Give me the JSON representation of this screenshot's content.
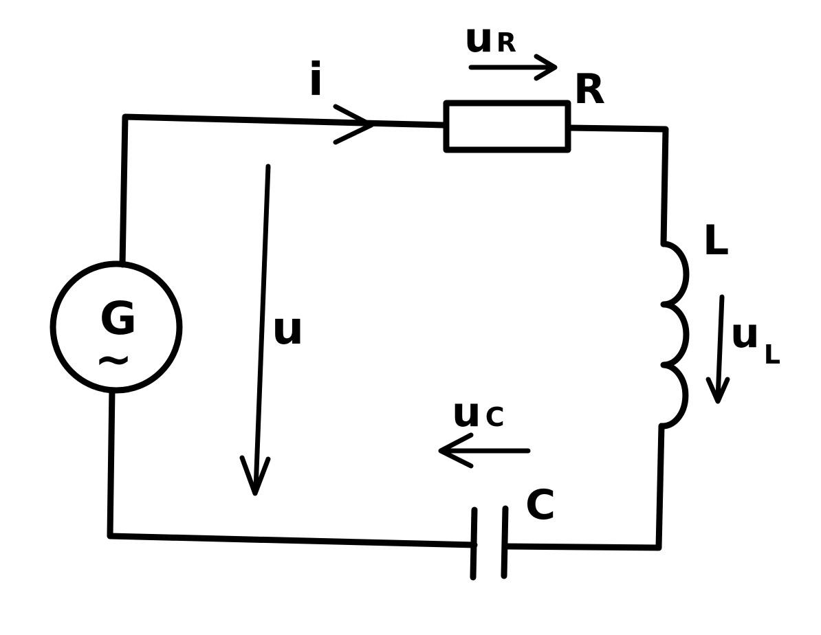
{
  "diagram": {
    "generator": {
      "letter": "G",
      "ac_symbol": "~"
    },
    "current": {
      "label": "i"
    },
    "resistor": {
      "label": "R",
      "voltage_main": "u",
      "voltage_sub": "R"
    },
    "inductor": {
      "label": "L",
      "voltage_main": "u",
      "voltage_sub": "L"
    },
    "capacitor": {
      "label": "C",
      "voltage_main": "u",
      "voltage_sub": "C"
    },
    "source_voltage": {
      "label": "u"
    }
  }
}
